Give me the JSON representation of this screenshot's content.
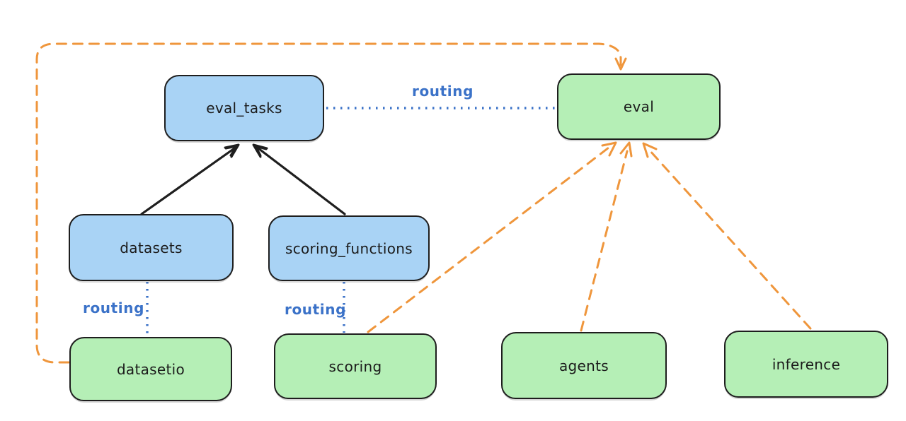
{
  "diagram": {
    "type": "graph",
    "description_kind": "hand-drawn architecture diagram",
    "nodes": [
      {
        "id": "eval_tasks",
        "label": "eval_tasks",
        "fill": "blue"
      },
      {
        "id": "eval",
        "label": "eval",
        "fill": "green"
      },
      {
        "id": "datasets",
        "label": "datasets",
        "fill": "blue"
      },
      {
        "id": "scoring_functions",
        "label": "scoring_functions",
        "fill": "blue"
      },
      {
        "id": "datasetio",
        "label": "datasetio",
        "fill": "green"
      },
      {
        "id": "scoring",
        "label": "scoring",
        "fill": "green"
      },
      {
        "id": "agents",
        "label": "agents",
        "fill": "green"
      },
      {
        "id": "inference",
        "label": "inference",
        "fill": "green"
      }
    ],
    "edges": [
      {
        "from": "datasets",
        "to": "eval_tasks",
        "style": "solid-black-arrow",
        "label": ""
      },
      {
        "from": "scoring_functions",
        "to": "eval_tasks",
        "style": "solid-black-arrow",
        "label": ""
      },
      {
        "from": "eval_tasks",
        "to": "eval",
        "style": "dotted-blue",
        "label": "routing"
      },
      {
        "from": "datasets",
        "to": "datasetio",
        "style": "dotted-blue",
        "label": "routing"
      },
      {
        "from": "scoring_functions",
        "to": "scoring",
        "style": "dotted-blue",
        "label": "routing"
      },
      {
        "from": "datasetio",
        "to": "eval",
        "style": "dashed-orange-arrow",
        "label": ""
      },
      {
        "from": "scoring",
        "to": "eval",
        "style": "dashed-orange-arrow",
        "label": ""
      },
      {
        "from": "agents",
        "to": "eval",
        "style": "dashed-orange-arrow",
        "label": ""
      },
      {
        "from": "inference",
        "to": "eval",
        "style": "dashed-orange-arrow",
        "label": ""
      }
    ],
    "colors": {
      "background": "#ffffff",
      "node_fill_blue": "#a9d3f5",
      "node_fill_green": "#b5efb6",
      "node_stroke": "#1e1e1e",
      "dependency_line": "#1e1e1e",
      "routing_line": "#3b72c8",
      "routing_text": "#3b72c8",
      "provider_line": "#ef963c"
    }
  }
}
